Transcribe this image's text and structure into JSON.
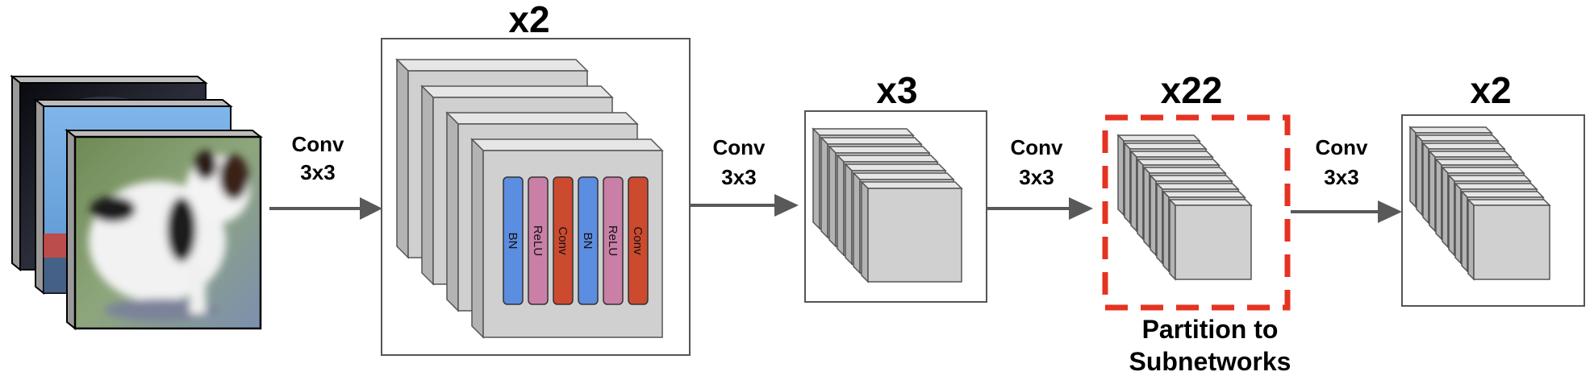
{
  "stages": [
    {
      "multiplier": "x2"
    },
    {
      "multiplier": "x3"
    },
    {
      "multiplier": "x22"
    },
    {
      "multiplier": "x2"
    }
  ],
  "arrows": [
    {
      "line1": "Conv",
      "line2": "3x3"
    },
    {
      "line1": "Conv",
      "line2": "3x3"
    },
    {
      "line1": "Conv",
      "line2": "3x3"
    },
    {
      "line1": "Conv",
      "line2": "3x3"
    }
  ],
  "block_layers": [
    {
      "label": "BN",
      "color": "#5b8de0"
    },
    {
      "label": "ReLU",
      "color": "#c97fa6"
    },
    {
      "label": "Conv",
      "color": "#cc4a2e"
    },
    {
      "label": "BN",
      "color": "#5b8de0"
    },
    {
      "label": "ReLU",
      "color": "#c97fa6"
    },
    {
      "label": "Conv",
      "color": "#cc4a2e"
    }
  ],
  "partition": {
    "line1": "Partition to",
    "line2": "Subnetworks",
    "color": "#e53322"
  },
  "input_images": [
    {
      "name": "dark-night-image"
    },
    {
      "name": "sky-image"
    },
    {
      "name": "dog-image"
    }
  ]
}
